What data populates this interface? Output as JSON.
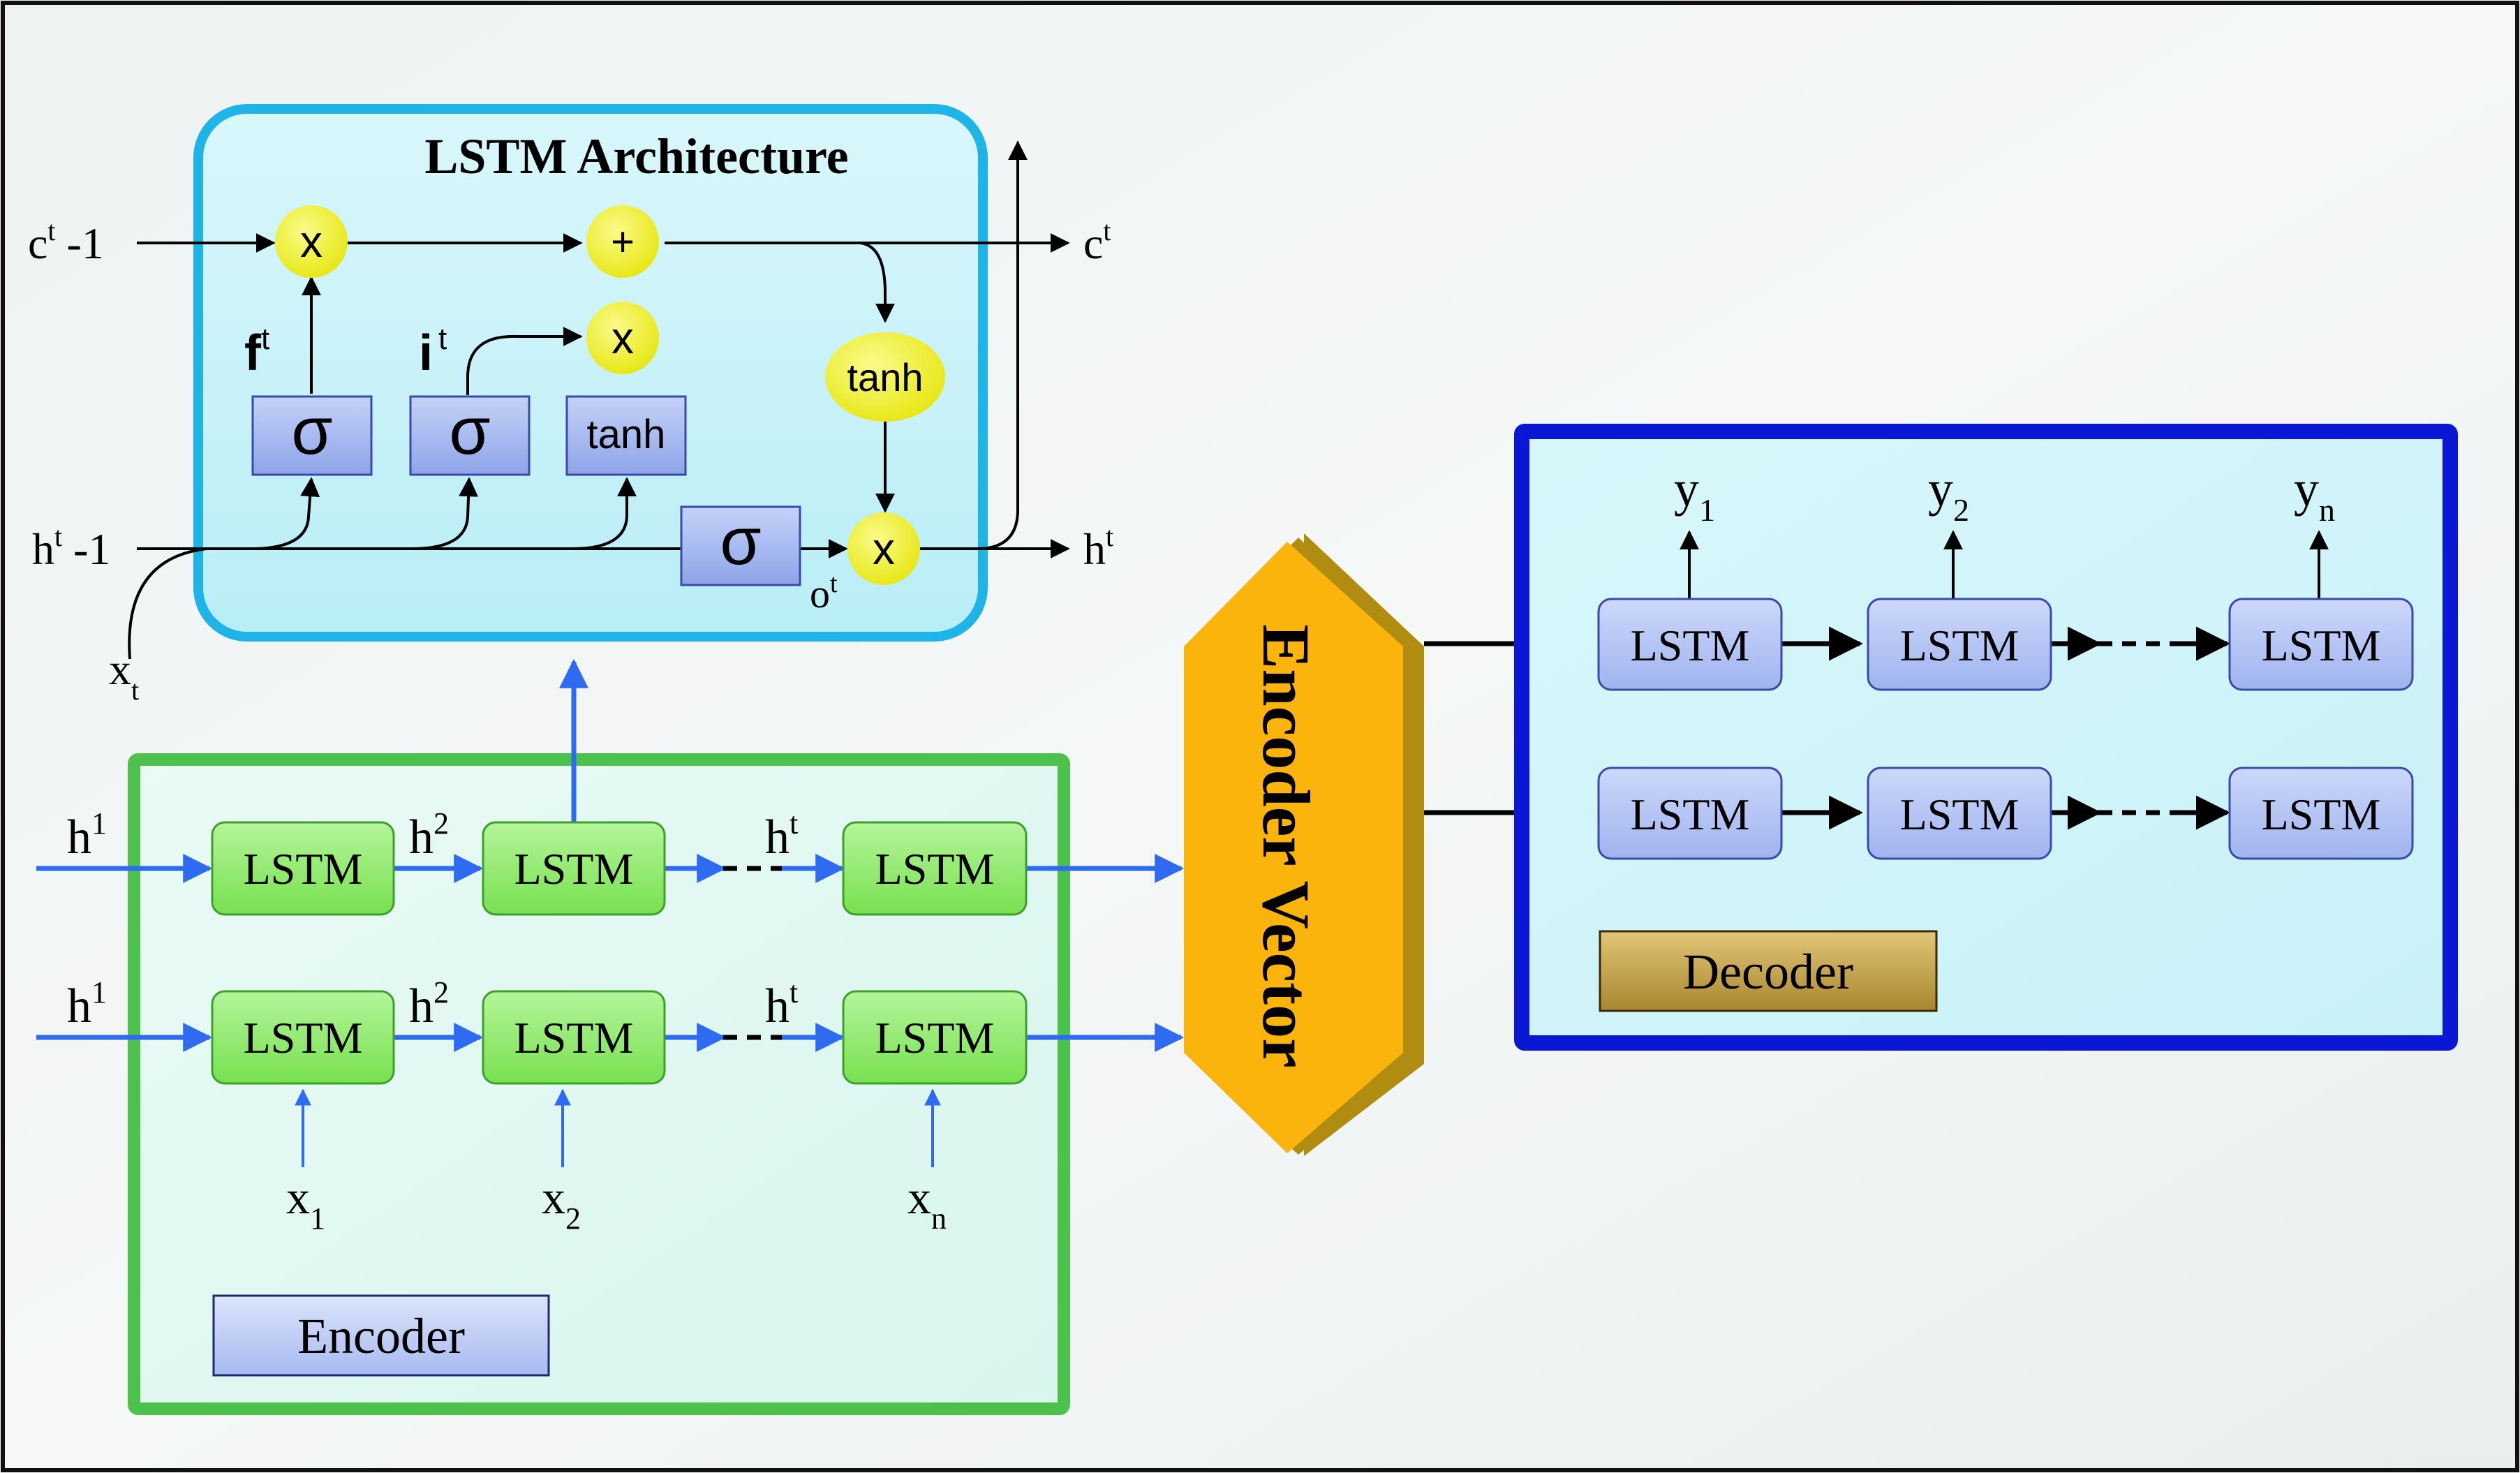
{
  "lstm_cell": {
    "title": "LSTM Architecture",
    "c_prev": "c",
    "c_prev_sup": "t",
    "c_prev_suffix": " -1",
    "h_prev": "h",
    "h_prev_sup": "t",
    "h_prev_suffix": " -1",
    "x_in": "x",
    "x_in_sub": "t",
    "c_out": "c",
    "c_out_sup": "t",
    "h_out": "h",
    "h_out_sup": "t",
    "f_label": "f",
    "f_sup": "t",
    "i_label": "i",
    "i_sup": "t",
    "o_label": "o",
    "o_sup": "t",
    "mult_symbol": "x",
    "plus_symbol": "+",
    "tanh_label": "tanh",
    "sigma_label": "σ"
  },
  "encoder": {
    "label": "Encoder",
    "cell_label": "LSTM",
    "hidden_labels": [
      {
        "base": "h",
        "sup": "1"
      },
      {
        "base": "h",
        "sup": "2"
      },
      {
        "base": "h",
        "sup": "t"
      }
    ],
    "inputs": [
      {
        "base": "x",
        "sub": "1"
      },
      {
        "base": "x",
        "sub": "2"
      },
      {
        "base": "x",
        "sub": "n"
      }
    ]
  },
  "encoder_vector": {
    "label": "Encoder Vector"
  },
  "decoder": {
    "label": "Decoder",
    "cell_label": "LSTM",
    "outputs": [
      {
        "base": "y",
        "sub": "1"
      },
      {
        "base": "y",
        "sub": "2"
      },
      {
        "base": "y",
        "sub": "n"
      }
    ]
  },
  "colors": {
    "cell_frame": "#1EB4E8",
    "encoder_frame": "#4CC24C",
    "decoder_frame": "#0A18D6",
    "encoder_lstm_fill": "#8EEB6E",
    "decoder_lstm_fill": "#AFC1F2",
    "gate_fill": "#F2F21A",
    "encoder_vector_fill": "#FBB40C",
    "decoder_label_fill": "#C4A040",
    "blue_arrow": "#2E6BF0"
  }
}
